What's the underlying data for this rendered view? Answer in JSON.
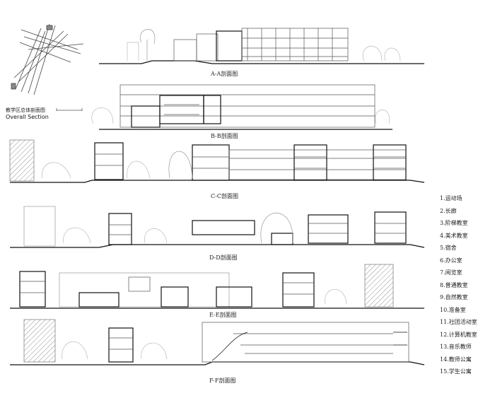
{
  "key_plan": {
    "title_cn": "教学区总体剖面图",
    "title_en": "Overall Section"
  },
  "sections": [
    {
      "id": "A-A",
      "label": "A-A剖面图"
    },
    {
      "id": "B-B",
      "label": "B-B剖面图"
    },
    {
      "id": "C-C",
      "label": "C-C剖面图"
    },
    {
      "id": "D-D",
      "label": "D-D剖面图"
    },
    {
      "id": "E-E",
      "label": "E-E剖面图"
    },
    {
      "id": "F-F",
      "label": "F-F剖面图"
    }
  ],
  "legend": [
    "1.运动场",
    "2.长廊",
    "3.阶梯教室",
    "4.美术教室",
    "5.宿舍",
    "6.办公室",
    "7.阅览室",
    "8.普通教室",
    "9.自然教室",
    "10.准备室",
    "11.社团活动室",
    "12.计算机教室",
    "13.音乐教师",
    "14.教师公寓",
    "15.学生公寓"
  ]
}
